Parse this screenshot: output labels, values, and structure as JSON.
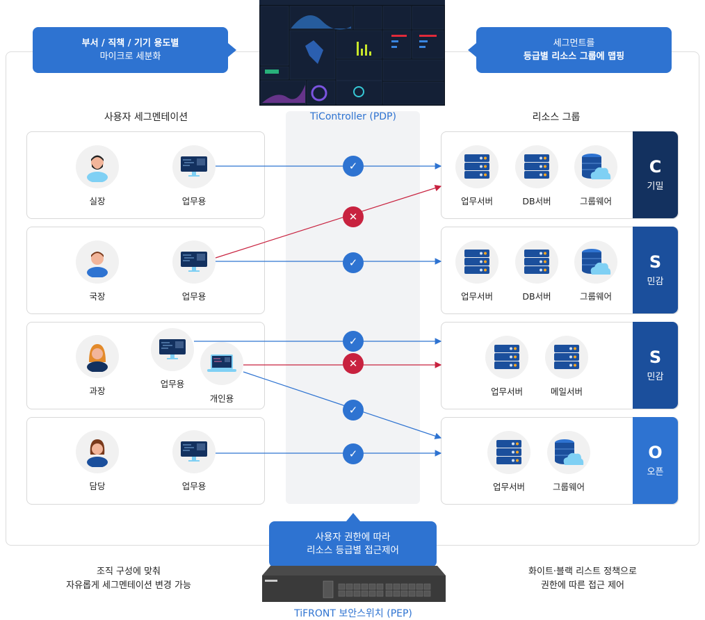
{
  "callouts": {
    "left": {
      "line1": "부서 / 직책 / 기기 용도별",
      "line2": "마이크로 세분화"
    },
    "right": {
      "line1": "세그먼트를",
      "line2": "등급별 리소스 그룹에 맵핑"
    },
    "bottom": {
      "line1": "사용자 권한에 따라",
      "line2": "리소스 등급별 접근제어"
    }
  },
  "headers": {
    "users": "사용자 세그멘테이션",
    "controller": "TiController (PDP)",
    "resources": "리소스 그룹"
  },
  "user_rows": [
    {
      "role": "실장",
      "devices": [
        "업무용"
      ]
    },
    {
      "role": "국장",
      "devices": [
        "업무용"
      ]
    },
    {
      "role": "과장",
      "devices": [
        "업무용",
        "개인용"
      ]
    },
    {
      "role": "담당",
      "devices": [
        "업무용"
      ]
    }
  ],
  "resource_rows": [
    {
      "items": [
        "업무서버",
        "DB서버",
        "그룹웨어"
      ],
      "grade": "C",
      "grade_name": "기밀",
      "color": "#13315f"
    },
    {
      "items": [
        "업무서버",
        "DB서버",
        "그룹웨어"
      ],
      "grade": "S",
      "grade_name": "민감",
      "color": "#1b4f9c"
    },
    {
      "items": [
        "업무서버",
        "메일서버"
      ],
      "grade": "S",
      "grade_name": "민감",
      "color": "#1b4f9c"
    },
    {
      "items": [
        "업무서버",
        "그룹웨어"
      ],
      "grade": "O",
      "grade_name": "오픈",
      "color": "#2e73d1"
    }
  ],
  "colors": {
    "allow": "#2e73d1",
    "deny": "#c8223f",
    "accent": "#2e73d1"
  },
  "switch": {
    "caption": "TiFRONT 보안스위치 (PEP)"
  },
  "footer": {
    "left": {
      "line1": "조직 구성에 맞춰",
      "line2": "자유롭게 세그멘테이션 변경 가능"
    },
    "right": {
      "line1": "화이트·블랙 리스트 정책으로",
      "line2": "권한에 따른 접근 제어"
    }
  }
}
